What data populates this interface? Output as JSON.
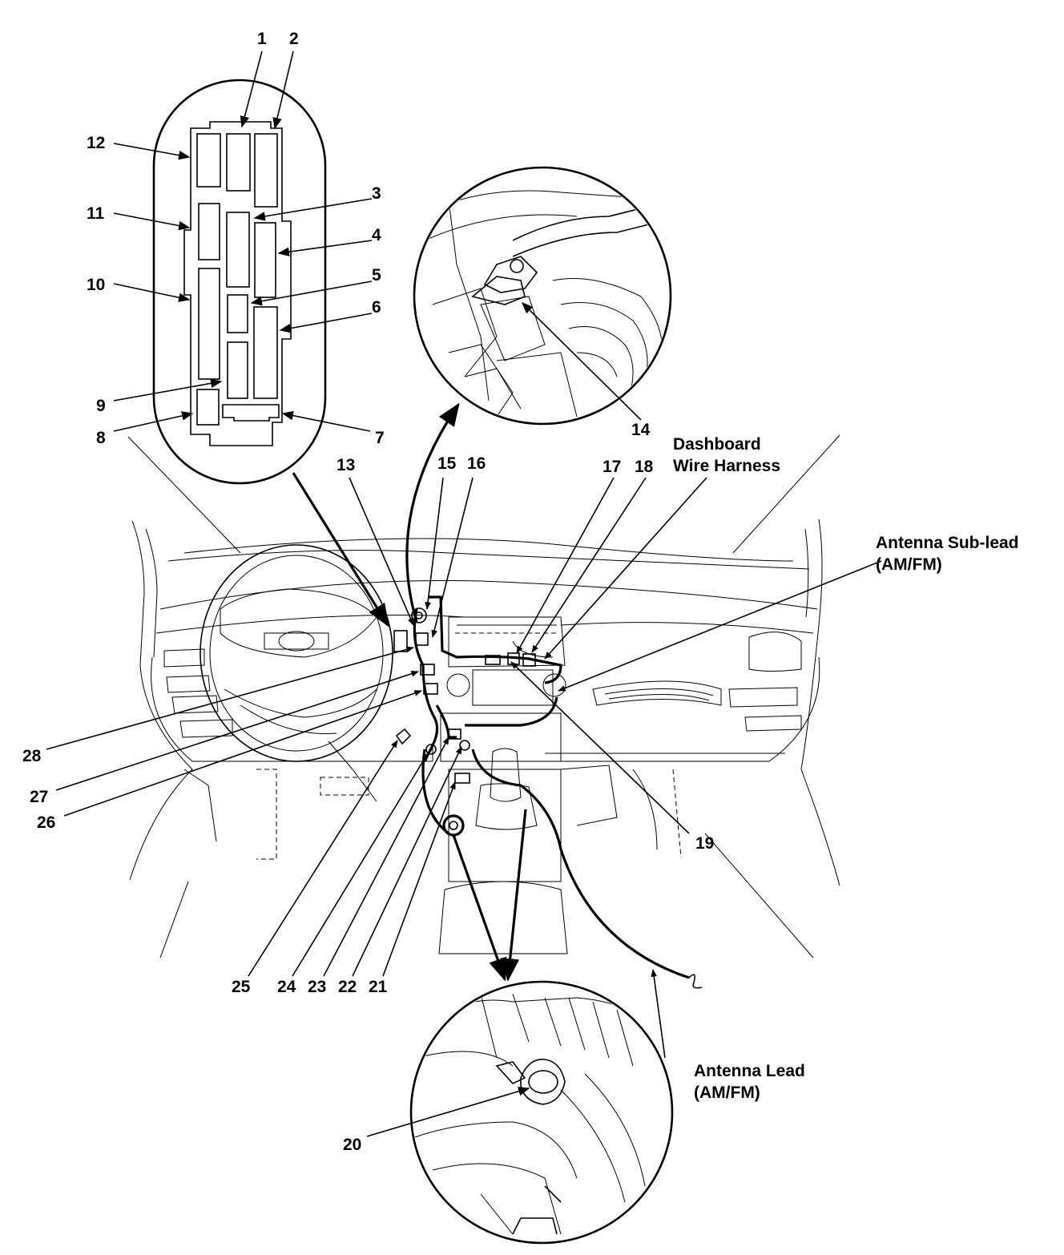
{
  "callouts": {
    "n1": "1",
    "n2": "2",
    "n3": "3",
    "n4": "4",
    "n5": "5",
    "n6": "6",
    "n7": "7",
    "n8": "8",
    "n9": "9",
    "n10": "10",
    "n11": "11",
    "n12": "12",
    "n13": "13",
    "n14": "14",
    "n15": "15",
    "n16": "16",
    "n17": "17",
    "n18": "18",
    "n19": "19",
    "n20": "20",
    "n21": "21",
    "n22": "22",
    "n23": "23",
    "n24": "24",
    "n25": "25",
    "n26": "26",
    "n27": "27",
    "n28": "28"
  },
  "labels": {
    "dashboard_harness_line1": "Dashboard",
    "dashboard_harness_line2": "Wire Harness",
    "antenna_sublead_line1": "Antenna Sub-lead",
    "antenna_sublead_line2": "(AM/FM)",
    "antenna_lead_line1": "Antenna Lead",
    "antenna_lead_line2": "(AM/FM)"
  }
}
